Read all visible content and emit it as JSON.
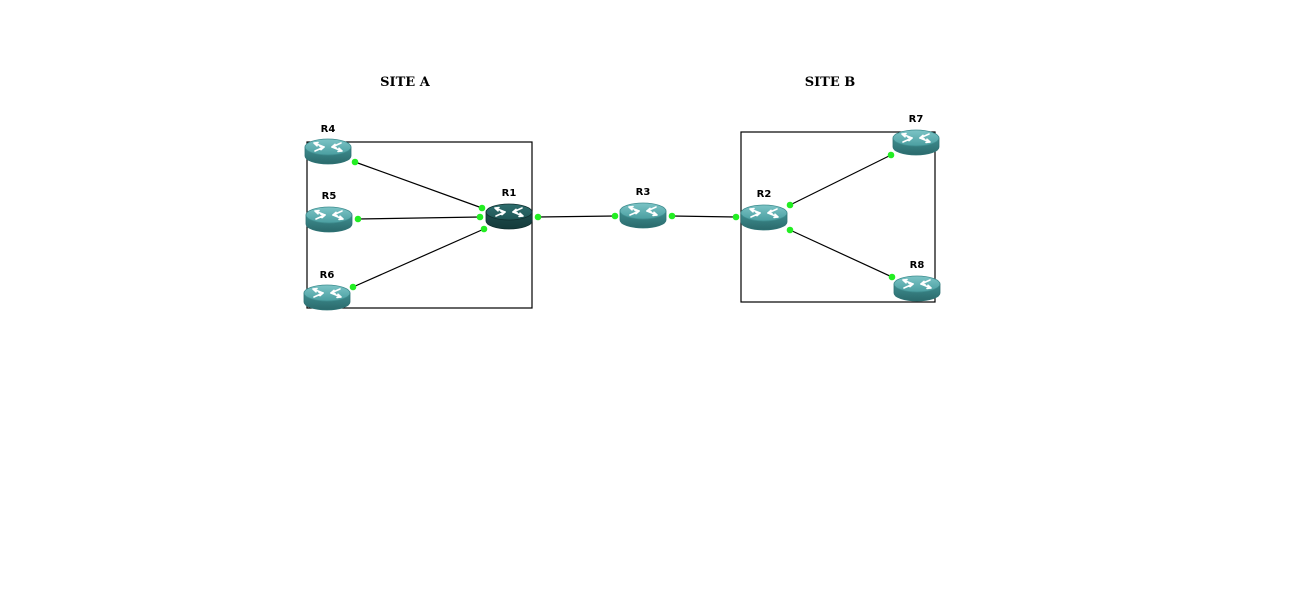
{
  "sites": [
    {
      "id": "site-a",
      "label": "SITE A"
    },
    {
      "id": "site-b",
      "label": "SITE B"
    }
  ],
  "routers": [
    {
      "id": "R4",
      "label": "R4",
      "icon": "router-icon",
      "color": "#4a9ea0",
      "selected": false
    },
    {
      "id": "R5",
      "label": "R5",
      "icon": "router-icon",
      "color": "#4a9ea0",
      "selected": false
    },
    {
      "id": "R6",
      "label": "R6",
      "icon": "router-icon",
      "color": "#4a9ea0",
      "selected": false
    },
    {
      "id": "R1",
      "label": "R1",
      "icon": "router-icon",
      "color": "#1f5a5a",
      "selected": true
    },
    {
      "id": "R3",
      "label": "R3",
      "icon": "router-icon",
      "color": "#4a9ea0",
      "selected": false
    },
    {
      "id": "R2",
      "label": "R2",
      "icon": "router-icon",
      "color": "#4a9ea0",
      "selected": false
    },
    {
      "id": "R7",
      "label": "R7",
      "icon": "router-icon",
      "color": "#4a9ea0",
      "selected": false
    },
    {
      "id": "R8",
      "label": "R8",
      "icon": "router-icon",
      "color": "#4a9ea0",
      "selected": false
    }
  ],
  "links": [
    {
      "from": "R4",
      "to": "R1"
    },
    {
      "from": "R5",
      "to": "R1"
    },
    {
      "from": "R6",
      "to": "R1"
    },
    {
      "from": "R1",
      "to": "R3"
    },
    {
      "from": "R3",
      "to": "R2"
    },
    {
      "from": "R2",
      "to": "R7"
    },
    {
      "from": "R2",
      "to": "R8"
    }
  ],
  "colors": {
    "port": "#22ee22",
    "link": "#000000"
  }
}
